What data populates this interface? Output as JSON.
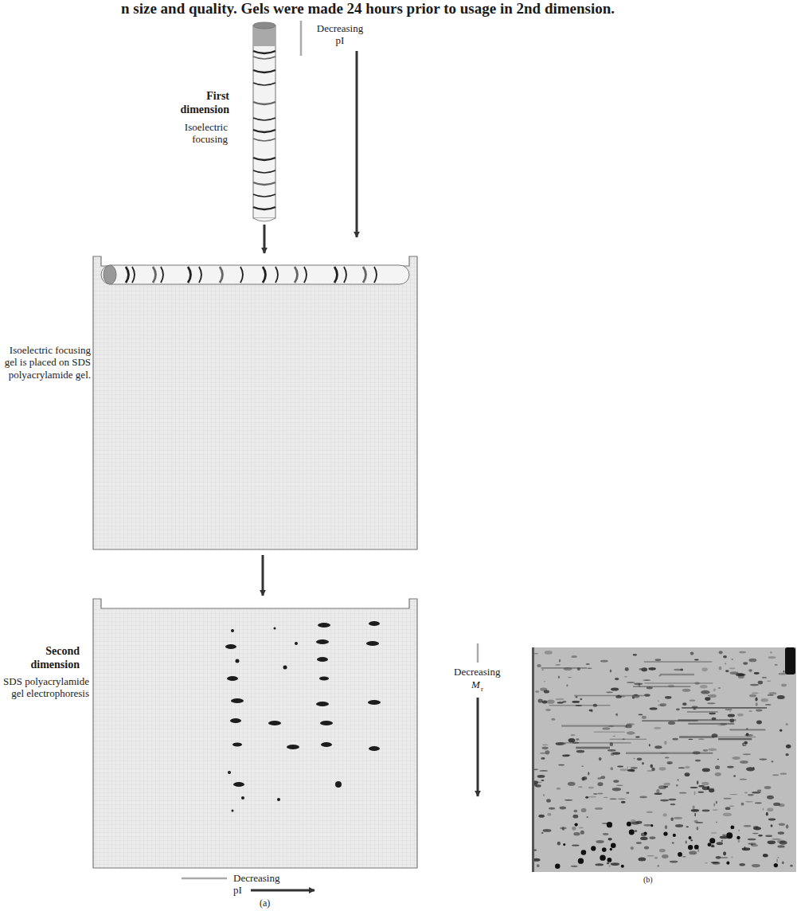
{
  "diagram": {
    "labels": [
      "n size and quality.  Gels were made 24 hours prior to usage in 2nd dimension.",
      "First dimension",
      "Decreasing pI",
      "Isoelectric focusing",
      "Isoelectric focusing gel is placed on SDS polyacrylamide gel.",
      "Second dimension",
      "SDS polyacrylamide gel electrophoresis",
      "Decreasing",
      "M",
      "r",
      "Decreasing pI",
      "(a)",
      "(b)"
    ]
  }
}
